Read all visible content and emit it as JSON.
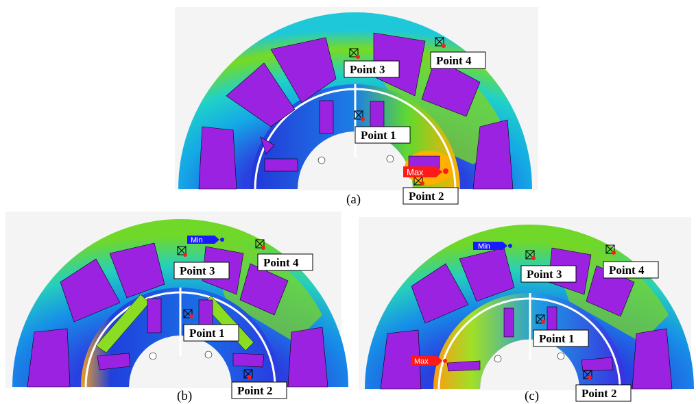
{
  "panels": [
    {
      "caption": "(a)",
      "points": [
        "Point 1",
        "Point 2",
        "Point 3",
        "Point 4"
      ],
      "markers": [
        {
          "label": "Max",
          "color": "#ff1a1a"
        }
      ]
    },
    {
      "caption": "(b)",
      "points": [
        "Point 1",
        "Point 2",
        "Point 3",
        "Point 4"
      ],
      "markers": [
        {
          "label": "Min",
          "color": "#1a1aff"
        }
      ]
    },
    {
      "caption": "(c)",
      "points": [
        "Point 1",
        "Point 2",
        "Point 3",
        "Point 4"
      ],
      "markers": [
        {
          "label": "Min",
          "color": "#1a1aff"
        },
        {
          "label": "Max",
          "color": "#ff1a1a"
        }
      ]
    }
  ],
  "colors": {
    "magnet": "#9a22e0",
    "low": "#1e2fd8",
    "mid": "#18c8e0",
    "high": "#7fd81e",
    "peak": "#ffb000",
    "max_flag": "#ff1a1a",
    "min_flag": "#1a1aff"
  }
}
